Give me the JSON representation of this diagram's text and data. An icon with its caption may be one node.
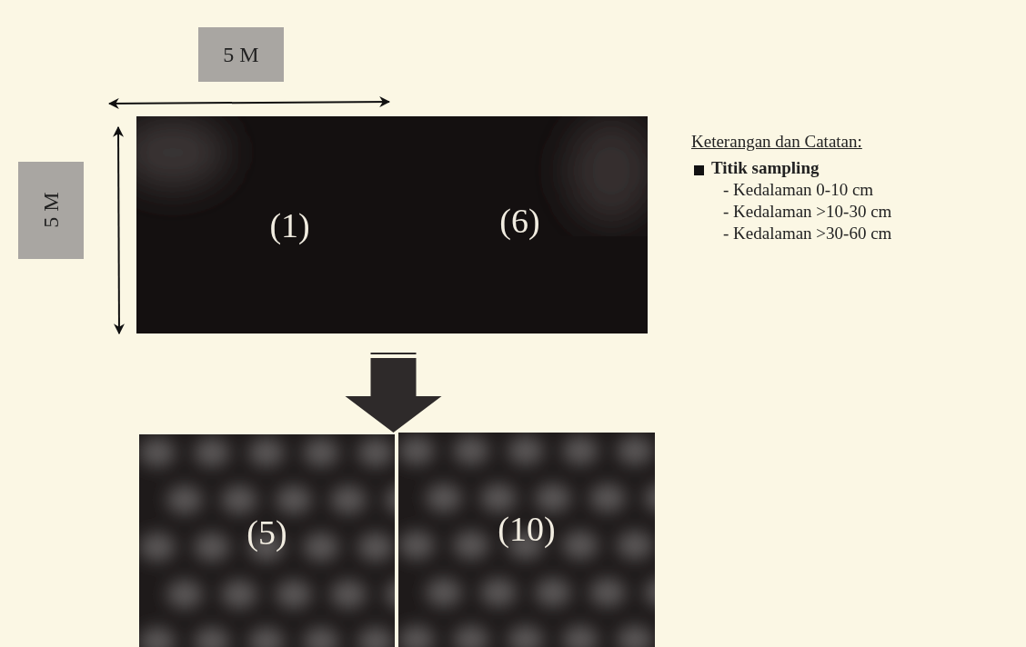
{
  "diagram": {
    "nodes": [
      {
        "text": [
          "(1)",
          "(6)"
        ]
      },
      {
        "text": [
          "(5)"
        ]
      },
      {
        "text": [
          "(10)"
        ]
      }
    ],
    "edges": [
      {
        "from": 0,
        "to": 1,
        "arrow": "to",
        "style": "thick"
      },
      {
        "from": 0,
        "to": 2,
        "arrow": "to",
        "style": "thick"
      }
    ],
    "labels": [
      "5 M",
      "5 M",
      "Keterangan dan Catatan:",
      "Titik sampling",
      "- Kedalaman 0-10 cm",
      "- Kedalaman >10-30 cm",
      "- Kedalaman >30-60 cm"
    ]
  }
}
